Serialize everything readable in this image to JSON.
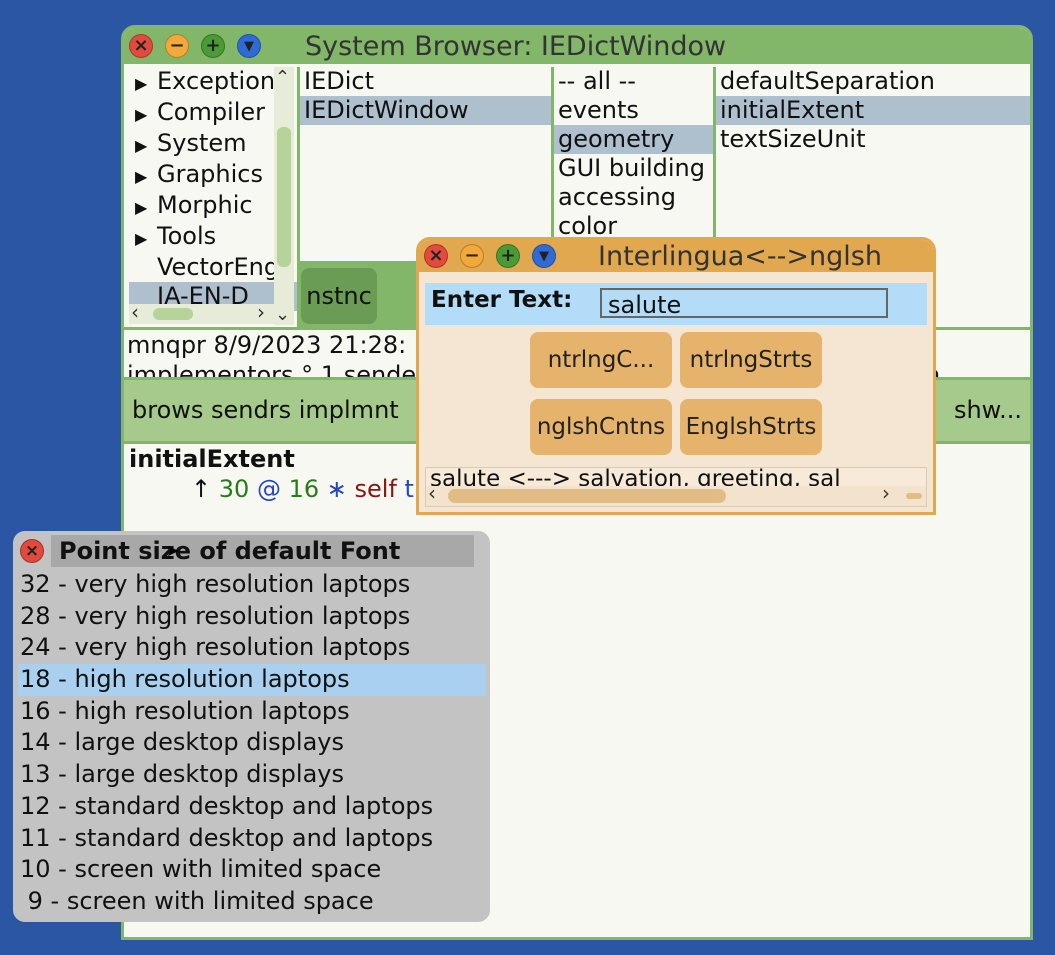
{
  "system_browser": {
    "title": "System Browser: IEDictWindow",
    "packages": [
      {
        "label": "Exception",
        "expandable": true
      },
      {
        "label": "Compiler",
        "expandable": true
      },
      {
        "label": "System",
        "expandable": true
      },
      {
        "label": "Graphics",
        "expandable": true
      },
      {
        "label": "Morphic",
        "expandable": true
      },
      {
        "label": "Tools",
        "expandable": true
      },
      {
        "label": "VectorEng",
        "expandable": false
      },
      {
        "label": "IA-EN-D",
        "expandable": false,
        "selected": true
      }
    ],
    "classes": [
      {
        "label": "IEDict"
      },
      {
        "label": "IEDictWindow",
        "selected": true
      }
    ],
    "categories": [
      {
        "label": "-- all --"
      },
      {
        "label": "events"
      },
      {
        "label": "geometry",
        "selected": true
      },
      {
        "label": "GUI building"
      },
      {
        "label": "accessing"
      },
      {
        "label": "color"
      }
    ],
    "methods": [
      {
        "label": "defaultSeparation"
      },
      {
        "label": "initialExtent",
        "selected": true
      },
      {
        "label": "textSizeUnit"
      }
    ],
    "instance_button": "nstnc",
    "info_line1": "mnqpr 8/9/2023 21:28:",
    "info_line2": "implementors ° 1 sende",
    "info_line2_tail": "n",
    "toolbar_left": "brows sendrs implmnt",
    "toolbar_right_frag": "s",
    "toolbar_right": "shw...",
    "code": {
      "selector": "initialExtent",
      "caret": "↑",
      "n1": "30",
      "at": "@",
      "n2": "16",
      "star": "∗",
      "self": "self",
      "tail": "t"
    }
  },
  "interlingua": {
    "title": "Interlingua<-->nglsh",
    "enter_label": "Enter Text:",
    "enter_value": "salute",
    "buttons": [
      "ntrlngC...",
      "ntrlngStrts",
      "nglshCntns",
      "EnglshStrts"
    ],
    "result": "salute <---> salvation, greeting, sal"
  },
  "font_menu": {
    "title": "Point size of default Font",
    "items": [
      {
        "label": "32 - very high resolution laptops"
      },
      {
        "label": "28 - very high resolution laptops"
      },
      {
        "label": "24 - very high resolution laptops"
      },
      {
        "label": "18 - high resolution laptops",
        "highlighted": true
      },
      {
        "label": "16 - high resolution laptops"
      },
      {
        "label": "14 - large desktop displays"
      },
      {
        "label": "13 - large desktop displays"
      },
      {
        "label": "12 - standard desktop and laptops"
      },
      {
        "label": "11 - standard desktop and laptops"
      },
      {
        "label": "10 - screen with limited space"
      },
      {
        "label": " 9 - screen with limited space"
      }
    ]
  },
  "colors": {
    "desktop": "#2b56a3",
    "browser_frame": "#82b668",
    "interlingua_frame": "#e2a84f",
    "selection": "#aebfcd",
    "menu_highlight": "#a9d0ee"
  }
}
